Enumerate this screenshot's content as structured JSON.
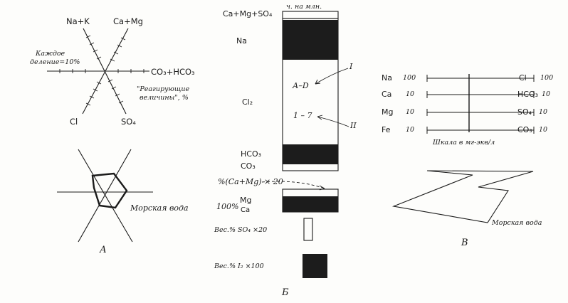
{
  "panel_a": {
    "axis_na_k": "Na+K",
    "axis_ca_mg": "Ca+Mg",
    "axis_co3_hco3": "CO₃+HCO₃",
    "axis_cl": "Cl",
    "axis_so4": "SO₄",
    "note_division_1": "Каждое",
    "note_division_2": "деление=10%",
    "note_reacting_1": "\"Реагирующие",
    "note_reacting_2": "величины\", %",
    "sea_water_label": "Морская вода",
    "caption": "А"
  },
  "panel_b": {
    "unit_header": "ч. на млн.",
    "label_ca_mg_so4": "Ca+Mg+SO₄",
    "label_na": "Na",
    "label_cl2": "Cl₂",
    "label_hco3": "HCO₃",
    "label_co3": "CO₃",
    "marker_ad": "А–D",
    "marker_17": "1 – 7",
    "roman_1": "I",
    "roman_2": "II",
    "label_pct_camg": "%(Ca+Mg) × 20",
    "label_100pct": "100%",
    "label_mg": "Mg",
    "label_ca": "Ca",
    "label_wt_so4": "Вес.% SO₄ ×20",
    "label_wt_i2": "Вес.% I₂ ×100",
    "caption": "Б"
  },
  "panel_c": {
    "left_ions": [
      {
        "ion": "Na",
        "scale": "100"
      },
      {
        "ion": "Ca",
        "scale": "10"
      },
      {
        "ion": "Mg",
        "scale": "10"
      },
      {
        "ion": "Fe",
        "scale": "10"
      }
    ],
    "right_ions": [
      {
        "ion": "Cl",
        "scale": "100"
      },
      {
        "ion": "HCO₃",
        "scale": "10"
      },
      {
        "ion": "SO₄",
        "scale": "10"
      },
      {
        "ion": "CO₃",
        "scale": "10"
      }
    ],
    "scale_label": "Шкала в мг-экв/л",
    "sea_water_label": "Морская вода",
    "caption": "В"
  },
  "colors": {
    "ink": "#1a1a1a",
    "fill_dark": "#1c1c1c",
    "paper": "#fdfdfb"
  }
}
